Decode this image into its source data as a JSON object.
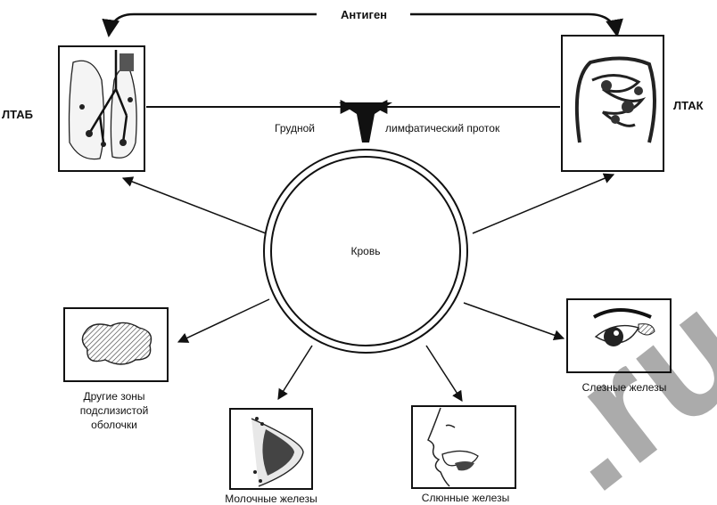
{
  "labels": {
    "antigen": "Антиген",
    "ltab": "ЛТАБ",
    "ltak": "ЛТАК",
    "duct_left": "Грудной",
    "duct_right": "лимфатический проток",
    "blood": "Кровь",
    "other_line1": "Другие зоны",
    "other_line2": "подслизистой",
    "other_line3": "оболочки",
    "mammary": "Молочные железы",
    "salivary": "Слюнные железы",
    "lacrimal": "Слезные железы",
    "watermark": ".ru"
  },
  "icons": {
    "lung": "lung-icon",
    "intestine": "intestine-icon",
    "mucosa": "mucosa-icon",
    "breast": "breast-icon",
    "face": "face-profile-icon",
    "eye": "eye-icon"
  }
}
